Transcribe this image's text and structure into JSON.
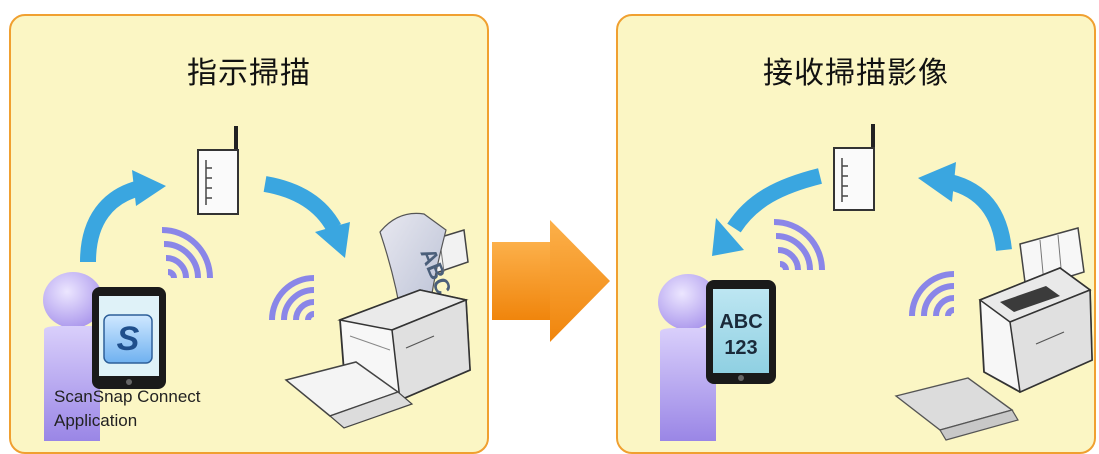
{
  "left_panel": {
    "title": "指示掃描",
    "app_caption_line1": "ScanSnap Connect",
    "app_caption_line2": "Application"
  },
  "right_panel": {
    "title": "接收掃描影像",
    "tablet_text_line1": "ABC",
    "tablet_text_line2": "123"
  },
  "paper_text": "ABC",
  "colors": {
    "panel_fill": "#fbf6c4",
    "panel_border": "#f0a030",
    "arrow_blue": "#3aa6e0",
    "wifi_purple": "#8a86e8",
    "transition_arrow": "#f6941c",
    "person_purple": "#b7a6ee"
  }
}
